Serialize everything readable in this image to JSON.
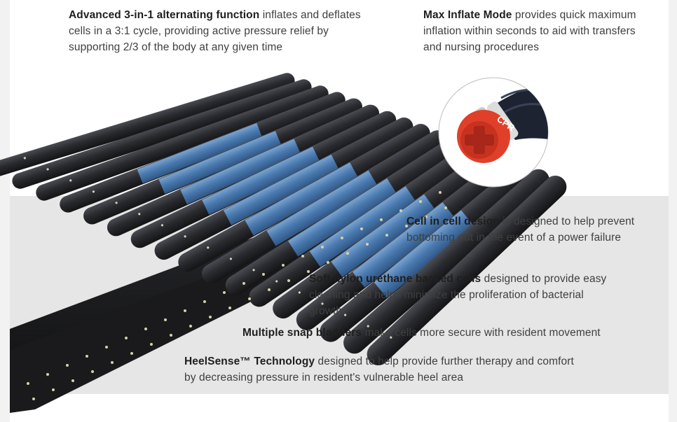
{
  "callouts": {
    "alternating": {
      "title": "Advanced 3-in-1 alternating function",
      "text": " inflates and deflates cells in a 3:1 cycle, providing active pressure relief by supporting 2/3 of the body at any given time"
    },
    "max_inflate": {
      "title": "Max Inflate Mode",
      "text": " provides quick maximum inflation within seconds to aid with transfers and nursing procedures"
    },
    "cell_in_cell": {
      "title": "Cell in cell design",
      "text": " is designed to help prevent bottoming out in the event of a power failure"
    },
    "nylon": {
      "title": "Soft nylon urethane backed cells",
      "text": " designed to provide easy cleaning and helps minimize the proliferation of bacterial growth"
    },
    "snap": {
      "title": "Multiple snap bladders",
      "text": " make cells more secure with resident movement"
    },
    "heelsense": {
      "title": "HeelSense™ Technology",
      "text": " designed to help provide further therapy and comfort by decreasing pressure in resident's vulnerable heel area"
    }
  },
  "valve_label": "CPR",
  "colors": {
    "cell_black": "#2a2b2f",
    "cell_blue": "#4a7ab0",
    "valve_red": "#e0402a",
    "band_gray": "#e6e6e6"
  }
}
